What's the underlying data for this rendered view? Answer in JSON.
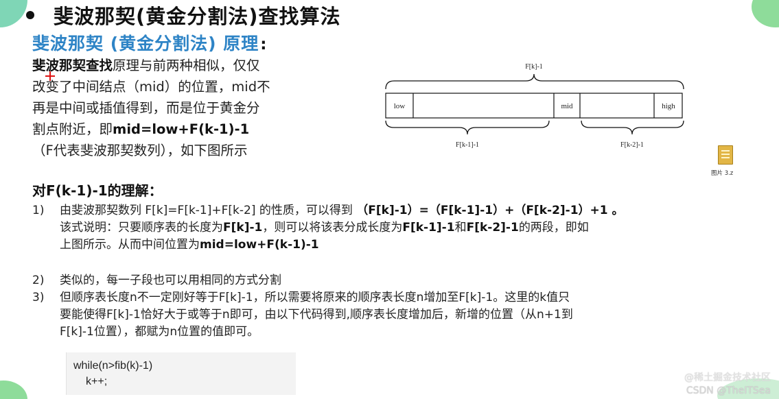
{
  "title": "斐波那契(黄金分割法)查找算法",
  "subtitle": "斐波那契 (黄金分割法) 原理",
  "subtitle_colon": ":",
  "intro": {
    "line1_bold": "斐波那契查找",
    "line1_rest": "原理与前两种相似，仅仅",
    "line2": "改变了中间结点（mid）的位置，mid不",
    "line3": "再是中间或插值得到，而是位于黄金分",
    "line4_pre": "割点附近，即",
    "line4_bold": "mid=low+F(k-1)-1",
    "line5": "（F代表斐波那契数列），如下图所示"
  },
  "diagram": {
    "top_label": "F[k]-1",
    "cells": [
      "low",
      "mid",
      "high"
    ],
    "left_label": "F[k-1]-1",
    "right_label": "F[k-2]-1"
  },
  "file_icon": {
    "label": "图片 3.z"
  },
  "section_heading": "对F(k-1)-1的理解：",
  "items": [
    {
      "num": "1)",
      "l1_a": "由斐波那契数列 F[k]=F[k-1]+F[k-2] 的性质，可以得到 ",
      "l1_b": "（F[k]-1）=（F[k-1]-1）+（F[k-2]-1）+1 。",
      "l2_a": "该式说明：只要顺序表的长度为",
      "l2_b": "F[k]-1",
      "l2_c": "，则可以将该表分成长度为",
      "l2_d": "F[k-1]-1",
      "l2_e": "和",
      "l2_f": "F[k-2]-1",
      "l2_g": "的两段，即如",
      "l3_a": "上图所示。从而中间位置为",
      "l3_b": "mid=low+F(k-1)-1"
    },
    {
      "num": "2)",
      "l1": "类似的，每一子段也可以用相同的方式分割"
    },
    {
      "num": "3)",
      "l1": "但顺序表长度n不一定刚好等于F[k]-1，所以需要将原来的顺序表长度n增加至F[k]-1。这里的k值只",
      "l2": "要能使得F[k]-1恰好大于或等于n即可，由以下代码得到,顺序表长度增加后，新增的位置（从n+1到",
      "l3": "F[k]-1位置），都赋为n位置的值即可。"
    }
  ],
  "code": {
    "line1": "while(n>fib(k)-1)",
    "line2": "k++;"
  },
  "watermark": {
    "line1": "@稀土掘金技术社区",
    "line2": "CSDN @TheITSea"
  }
}
